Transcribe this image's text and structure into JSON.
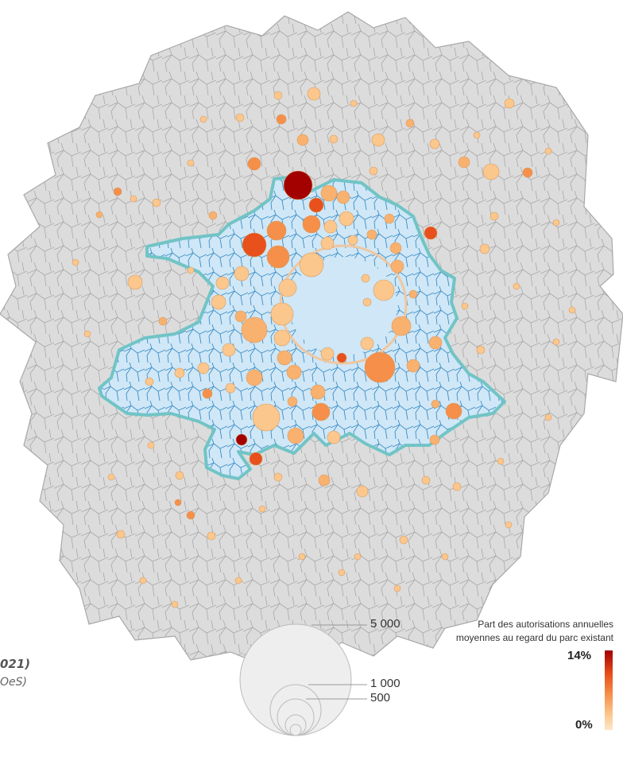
{
  "source": {
    "line1": "021)",
    "line2": "OeS)"
  },
  "size_legend": {
    "labels": [
      "5 000",
      "1 000",
      "500"
    ]
  },
  "color_legend": {
    "title_line1": "Part des autorisations annuelles",
    "title_line2": "moyennes au regard du parc existant",
    "max_label": "14%",
    "min_label": "0%",
    "gradient_colors": [
      "#a30000",
      "#e8501c",
      "#f58f4a",
      "#fbc78d",
      "#fee6c8"
    ]
  },
  "map_colors": {
    "outer_region": "#dcdcdc",
    "commune_lines": "#a8a8a8",
    "core_zone": "#cfe7f6",
    "core_border": "#71c4c6",
    "inner_lines": "#3e8ec7"
  }
}
